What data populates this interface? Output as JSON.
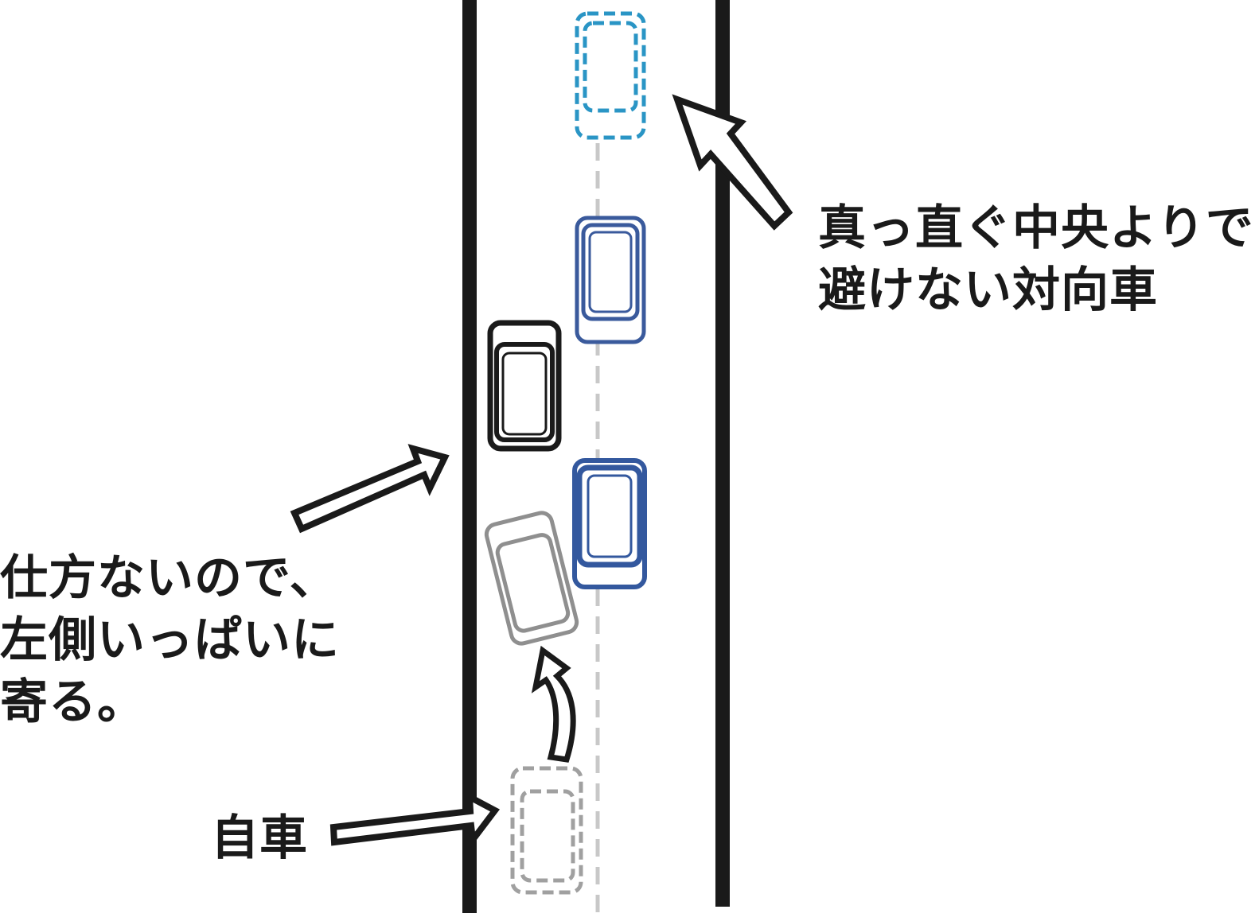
{
  "annotations": {
    "oncoming": {
      "line1": "真っ直ぐ中央よりで",
      "line2": "避けない対向車"
    },
    "move_left": {
      "line1": "仕方ないので、",
      "line2": "左側いっぱいに",
      "line3": "寄る。"
    },
    "own_car": "自車"
  },
  "colors": {
    "road_line": "#1a1a1a",
    "center_dash": "#c8c8c8",
    "oncoming_ghost": "#2a95c5",
    "oncoming_car": "#3a5a9c",
    "oncoming_car_solid": "#33589e",
    "parked_car": "#1a1a1a",
    "own_car": "#8f8f8f",
    "own_car_ghost": "#a0a0a0",
    "arrow": "#1a1a1a"
  }
}
